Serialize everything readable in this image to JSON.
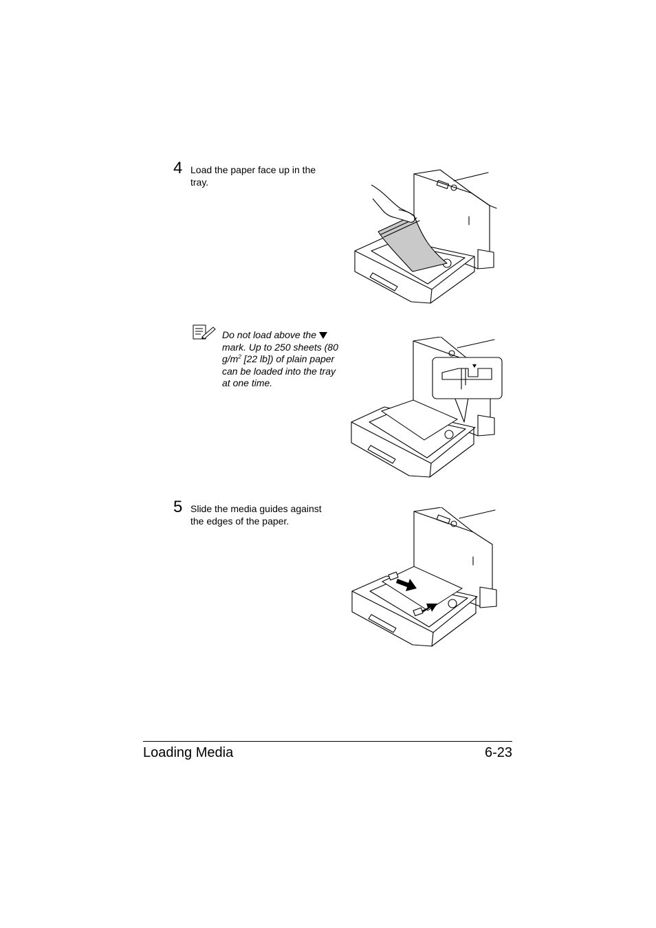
{
  "steps": [
    {
      "number": "4",
      "text": "Load the paper face up in the tray."
    },
    {
      "number": "5",
      "text": "Slide the media guides against the edges of the paper."
    }
  ],
  "note": {
    "icon": "note-pencil-icon",
    "line1": "Do not load above the",
    "mark_icon": "fill-limit-triangle-icon",
    "line2": "mark. Up to 250 sheets (80 g/m",
    "superscript": "2",
    "line3": " [22 lb]) of plain paper can be loaded into the tray at one time."
  },
  "footer": {
    "section": "Loading Media",
    "page": "6-23"
  },
  "colors": {
    "paper_gray": "#c9c9c9",
    "ink": "#000000"
  }
}
